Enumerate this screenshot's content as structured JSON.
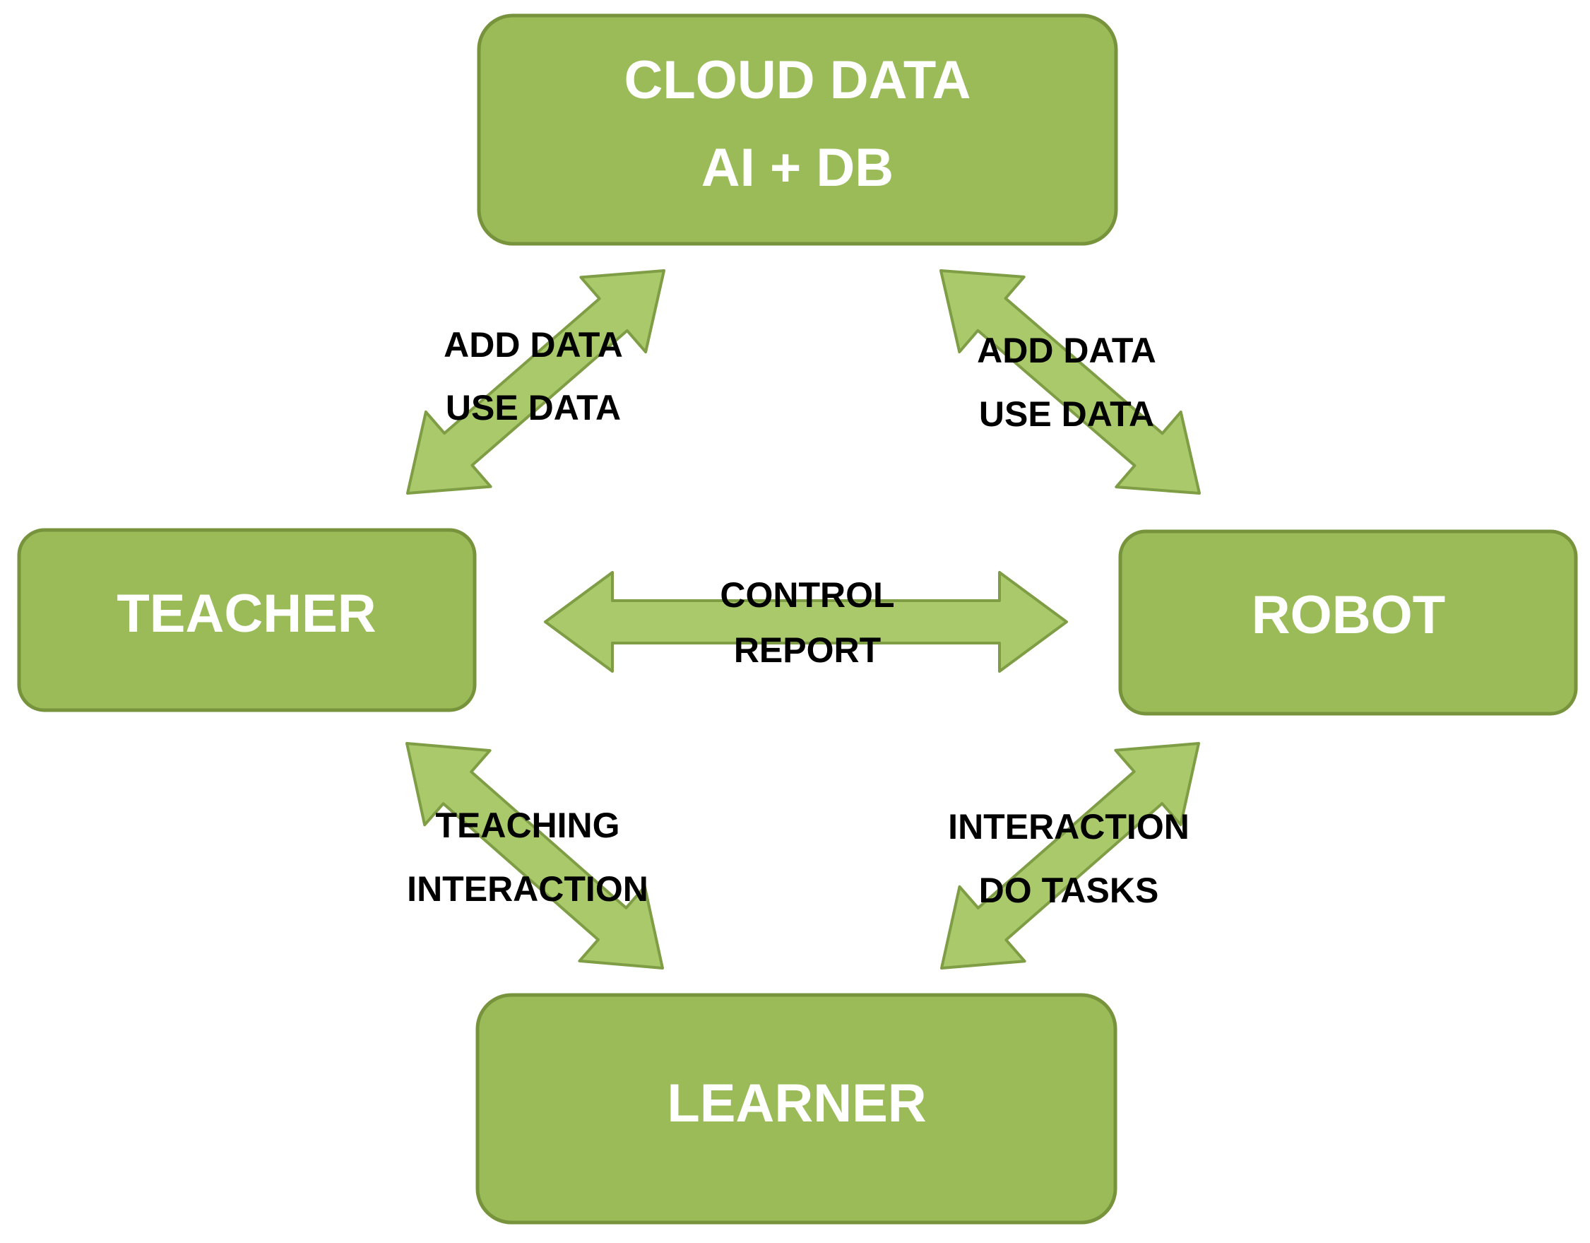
{
  "colors": {
    "box_fill": "#9bbb59",
    "box_border": "#77933c",
    "arrow_fill": "#a9c96a",
    "arrow_border": "#7e9d45",
    "node_text": "#ffffff",
    "edge_text": "#000000"
  },
  "nodes": {
    "cloud": {
      "line1": "CLOUD DATA",
      "line2": "AI + DB"
    },
    "teacher": {
      "label": "TEACHER"
    },
    "robot": {
      "label": "ROBOT"
    },
    "learner": {
      "label": "LEARNER"
    }
  },
  "edges": {
    "teacher_cloud": {
      "line1": "ADD DATA",
      "line2": "USE DATA"
    },
    "robot_cloud": {
      "line1": "ADD DATA",
      "line2": "USE DATA"
    },
    "teacher_robot": {
      "line1": "CONTROL",
      "line2": "REPORT"
    },
    "teacher_learner": {
      "line1": "TEACHING",
      "line2": "INTERACTION"
    },
    "robot_learner": {
      "line1": "INTERACTION",
      "line2": "DO TASKS"
    }
  }
}
